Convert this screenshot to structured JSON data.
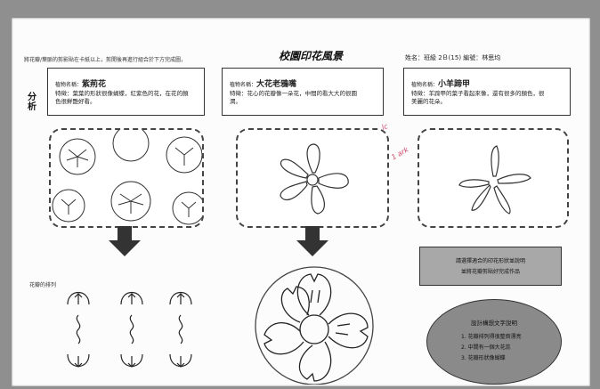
{
  "header": {
    "instructions": "將花瓣/葉脈的剪影貼在卡紙以上，剪開後再進行組合於下方完成圖，",
    "title": "校園印花風景",
    "right": "姓名：班級 2Ｂ(15)  編號：林思均"
  },
  "side_label": "分析",
  "boxes": [
    {
      "name_prefix": "植物名稱：",
      "name": "紫荊花",
      "desc": "特徵：葉葉的形狀很像蝴蝶，紅紫色的花，在花的顏色很鮮艷好看。"
    },
    {
      "name_prefix": "植物名稱：",
      "name": "大花老鴉嘴",
      "desc": "特徵：花心的花瓣像一朵花，中間的看大大的很圓潤。"
    },
    {
      "name_prefix": "植物名稱：",
      "name": "小羊蹄甲",
      "desc": "特徵：羊蹄甲的葉子看起來像，還有很多的顏色，很美麗的花朵。"
    }
  ],
  "annotations": {
    "red1": "lc",
    "red2": "1 ark"
  },
  "lower_left_label": "花瓣的排列",
  "grey_box": {
    "line1": "請選擇適合的印花形狀並說明",
    "line2": "並將花瓣剪貼好完成作品"
  },
  "oval": {
    "title": "設計構想文字說明",
    "items": [
      "1. 花瓣排列得很整齊漂亮",
      "2. 中間有一個大花蕊",
      "3. 花瓣形狀像蝴蝶"
    ]
  }
}
